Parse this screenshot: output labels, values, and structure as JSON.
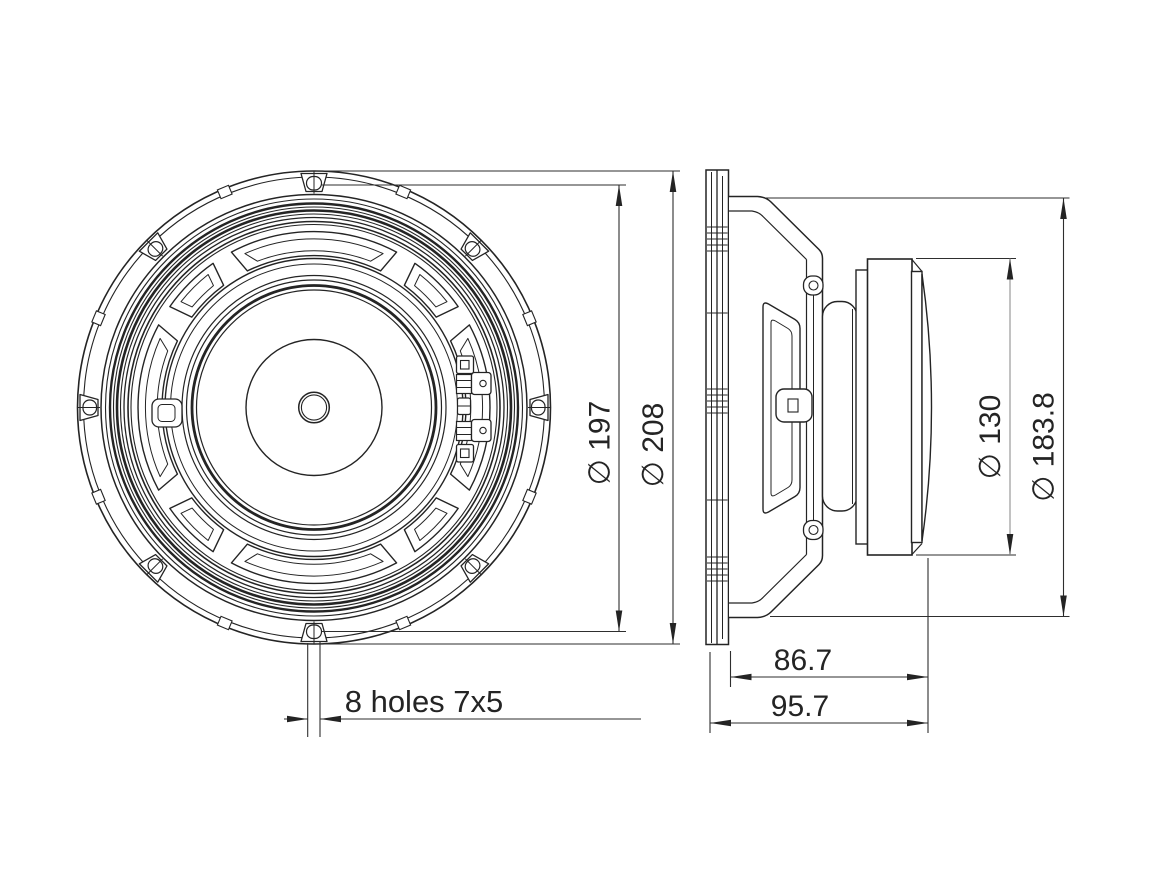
{
  "page": {
    "background": "#ffffff"
  },
  "drawing": {
    "type": "technical-drawing",
    "subject": "loudspeaker-driver-front-and-side-views",
    "line_color": "#242424",
    "dim_color": "#2e2e2e",
    "diameter_symbol": "∅",
    "dimensions": {
      "bolt_circle": {
        "symbol": "∅",
        "value": "197",
        "label": "∅ 197"
      },
      "outer_diameter": {
        "symbol": "∅",
        "value": "208",
        "label": "∅ 208"
      },
      "magnet_diameter": {
        "symbol": "∅",
        "value": "130",
        "label": "∅ 130"
      },
      "basket_diameter": {
        "symbol": "∅",
        "value": "183.8",
        "label": "∅ 183.8"
      },
      "mounting_depth": {
        "value": "86.7",
        "label": "86.7"
      },
      "total_depth": {
        "value": "95.7",
        "label": "95.7"
      },
      "mounting_holes": {
        "label": "8 holes 7x5"
      }
    }
  }
}
